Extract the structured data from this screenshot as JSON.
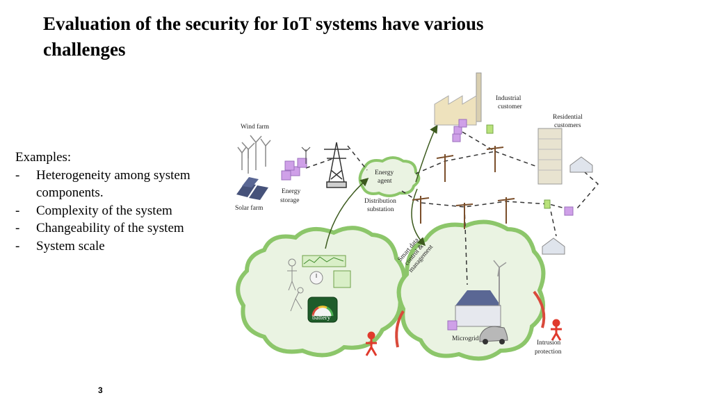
{
  "slide": {
    "title": "Evaluation of the security for IoT systems have various challenges",
    "examples_heading": "Examples:",
    "examples": [
      {
        "bullet": "-",
        "text": "Heterogeneity among system components."
      },
      {
        "bullet": "-",
        "text": "Complexity of the system"
      },
      {
        "bullet": "-",
        "text": "Changeability of the system"
      },
      {
        "bullet": "-",
        "text": "System scale"
      }
    ],
    "page_number": "3"
  },
  "diagram": {
    "labels": {
      "industrial_1": "Industrial",
      "industrial_2": "customer",
      "residential_1": "Residential",
      "residential_2": "customers",
      "wind_farm": "Wind farm",
      "solar_farm": "Solar farm",
      "energy_storage_1": "Energy",
      "energy_storage_2": "storage",
      "energy_agent_1": "Energy",
      "energy_agent_2": "agent",
      "distribution_1": "Distribution",
      "distribution_2": "substation",
      "smart_data_1": "Smart data",
      "smart_data_2": "control &",
      "smart_data_3": "management",
      "battery": "battery",
      "microgrid": "Microgrid",
      "intrusion_1": "Intrusion",
      "intrusion_2": "protection"
    },
    "colors": {
      "cloud_fill": "#eaf3e2",
      "cloud_stroke": "#8cc66a",
      "storage_cube": "#cfa0e8",
      "shield": "#d94a3b",
      "intruder": "#e03a2c"
    }
  }
}
